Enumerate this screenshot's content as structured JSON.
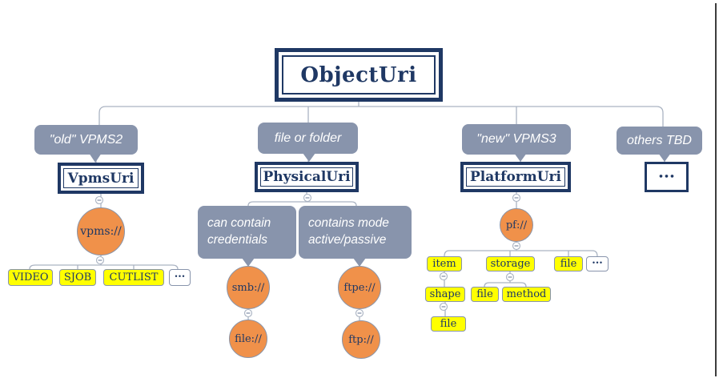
{
  "colors": {
    "navy": "#1f3864",
    "slate": "#8894ac",
    "orange": "#f0914a",
    "yellow": "#ffff00",
    "line": "#aab3c2",
    "edge": "#3c3c3c"
  },
  "root": {
    "label": "ObjectUri"
  },
  "vpms2": {
    "callout": "\"old\" VPMS2",
    "node": "VpmsUri",
    "scheme": "vpms://",
    "leaves": [
      "VIDEO",
      "SJOB",
      "CUTLIST",
      "..."
    ]
  },
  "physical": {
    "callout": "file or folder",
    "node": "PhysicalUri",
    "smb_callout": "can contain credentials",
    "smb_scheme": "smb://",
    "smb_child": "file://",
    "ftp_callout": "contains mode active/passive",
    "ftpe_scheme": "ftpe://",
    "ftp_child": "ftp://"
  },
  "platform": {
    "callout": "\"new\" VPMS3",
    "node": "PlatformUri",
    "scheme": "pf://",
    "row1": [
      "item",
      "storage",
      "file",
      "..."
    ],
    "row2": [
      "shape",
      "file",
      "method"
    ],
    "row3": [
      "file"
    ]
  },
  "others": {
    "callout": "others TBD",
    "node": "..."
  }
}
